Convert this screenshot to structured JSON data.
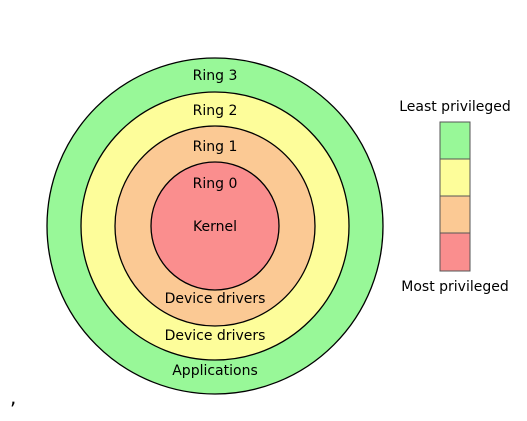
{
  "rings": [
    {
      "id": "ring-3",
      "label": "Ring 3",
      "sublabel": "Applications",
      "color": "#98f898"
    },
    {
      "id": "ring-2",
      "label": "Ring 2",
      "sublabel": "Device drivers",
      "color": "#fdfd9a"
    },
    {
      "id": "ring-1",
      "label": "Ring 1",
      "sublabel": "Device drivers",
      "color": "#fbc994"
    },
    {
      "id": "ring-0",
      "label": "Ring 0",
      "sublabel": "Kernel",
      "color": "#fa8e8e"
    }
  ],
  "legend": {
    "top_label": "Least privileged",
    "bottom_label": "Most privileged",
    "swatches": [
      "#98f898",
      "#fdfd9a",
      "#fbc994",
      "#fa8e8e"
    ]
  },
  "stray_mark": ","
}
